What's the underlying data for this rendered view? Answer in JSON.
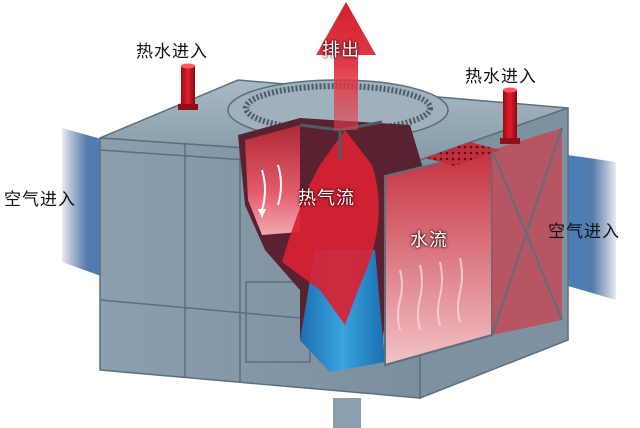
{
  "diagram": {
    "labels": {
      "exhaust": "排出",
      "hot_water_in_left": "热水进入",
      "hot_water_in_right": "热水进入",
      "air_in_left": "空气进入",
      "air_in_right": "空气进入",
      "hot_airflow": "热气流",
      "water_flow": "水流"
    },
    "colors": {
      "casing": "#8fa2b0",
      "casing_dark": "#6f8290",
      "frame": "#5d6f7c",
      "hot_red": "#e0313e",
      "pipe_red": "#c8101c",
      "water_blue": "#2c8fd0",
      "air_blue": "#2a5a9a"
    }
  }
}
